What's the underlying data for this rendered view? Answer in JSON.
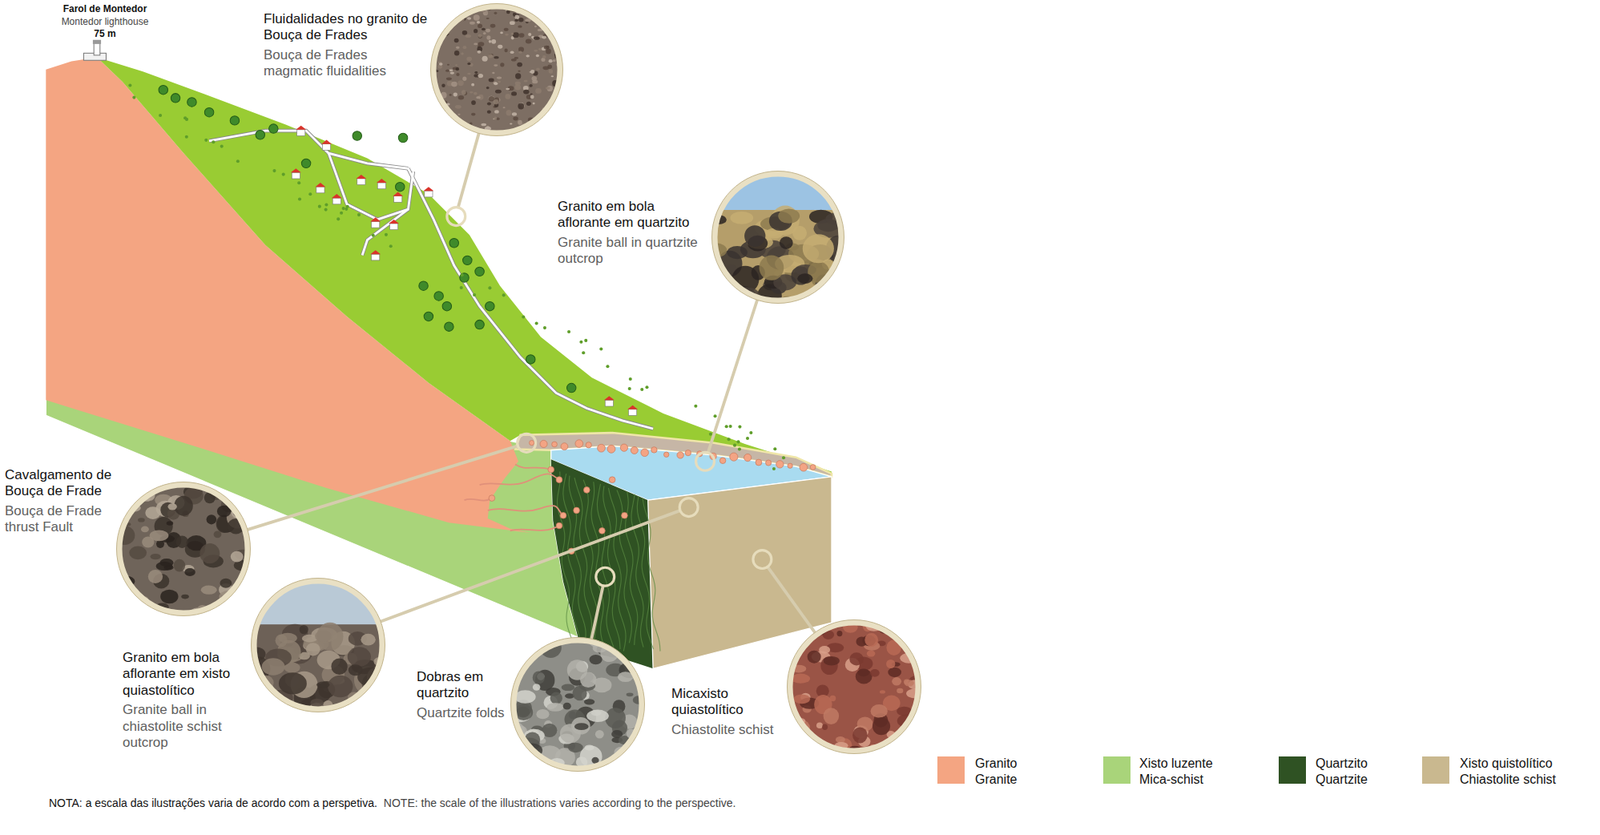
{
  "diagram": {
    "nodes": [
      {
        "text": [
          "Fluidalidades no granito de Bouça de Frades",
          "Bouça de Frades magmatic fluidalities"
        ]
      },
      {
        "text": [
          "Granito em bola aflorante em quartzito",
          "Granite ball in quartzite outcrop"
        ]
      },
      {
        "text": [
          "Cavalgamento de Bouça de Frade",
          "Bouça de Frade thrust Fault"
        ]
      },
      {
        "text": [
          "Granito em bola aflorante em xisto quiastolítico",
          "Granite ball in chiastolite schist outcrop"
        ]
      },
      {
        "text": [
          "Dobras em quartzito",
          "Quartzite folds"
        ]
      },
      {
        "text": [
          "Micaxisto quiastolítico",
          "Chiastolite schist"
        ]
      }
    ],
    "labels": [
      "Farol de Montedor",
      "Montedor lighthouse",
      "75 m",
      "NOTA: a escala das ilustrações varia de acordo com a perspetiva.",
      "NOTE: the scale of the illustrations varies according to the perspective."
    ],
    "legend": [
      {
        "text": "Granito Granite",
        "color": "#f4a582"
      },
      {
        "text": "Xisto luzente Mica-schist",
        "color": "#a9d47a"
      },
      {
        "text": "Quartzito Quartzite",
        "color": "#2f5223"
      },
      {
        "text": "Xisto quistolítico Chiastolite schist",
        "color": "#c9b88f"
      }
    ]
  }
}
